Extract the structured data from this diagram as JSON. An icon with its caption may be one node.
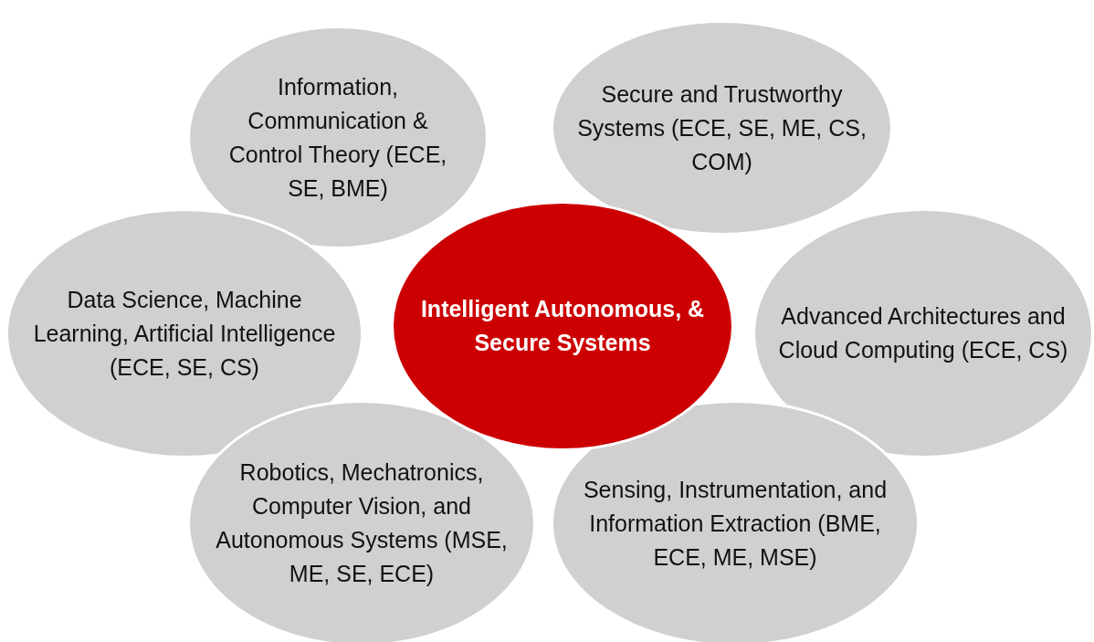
{
  "diagram": {
    "nodes": [
      {
        "text": [
          "Information, Communication & Control Theory (ECE, SE, BME)"
        ]
      },
      {
        "text": [
          "Secure and Trustworthy Systems (ECE, SE, ME, CS, COM)"
        ]
      },
      {
        "text": [
          "Data Science, Machine Learning, Artificial Intelligence (ECE, SE, CS)"
        ]
      },
      {
        "text": [
          "Intelligent Autonomous, & Secure Systems"
        ]
      },
      {
        "text": [
          "Advanced Architectures and Cloud Computing (ECE, CS)"
        ]
      },
      {
        "text": [
          "Robotics, Mechatronics, Computer Vision, and Autonomous Systems (MSE, ME, SE, ECE)"
        ]
      },
      {
        "text": [
          "Sensing, Instrumentation, and Information Extraction (BME, ECE, ME, MSE)"
        ]
      }
    ]
  }
}
